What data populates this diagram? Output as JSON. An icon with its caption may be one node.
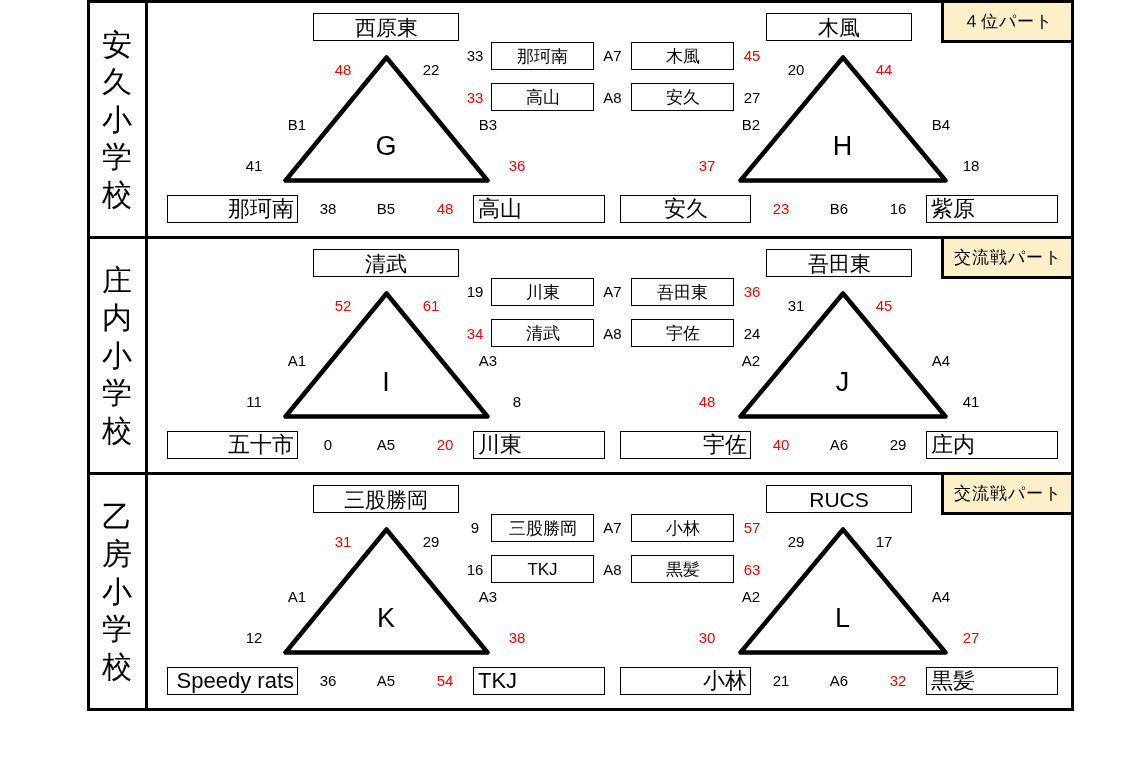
{
  "diagram": {
    "nodes": [
      {
        "text": [
          "安久小学校"
        ]
      },
      {
        "text": [
          "西原東"
        ],
        "in": 0
      },
      {
        "text": [
          "木風"
        ],
        "in": 0
      },
      {
        "text": [
          "４位パート"
        ],
        "in": 0
      },
      {
        "text": [
          "那珂南"
        ],
        "in": 0
      },
      {
        "text": [
          "木風"
        ],
        "in": 0
      },
      {
        "text": [
          "高山"
        ],
        "in": 0
      },
      {
        "text": [
          "安久"
        ],
        "in": 0
      },
      {
        "text": [
          "G"
        ],
        "in": 0
      },
      {
        "text": [
          "H"
        ],
        "in": 0
      },
      {
        "text": [
          "那珂南"
        ],
        "in": 0
      },
      {
        "text": [
          "高山"
        ],
        "in": 0
      },
      {
        "text": [
          "安久"
        ],
        "in": 0
      },
      {
        "text": [
          "紫原"
        ],
        "in": 0
      },
      {
        "text": [
          "庄内小学校"
        ]
      },
      {
        "text": [
          "清武"
        ],
        "in": 14
      },
      {
        "text": [
          "吾田東"
        ],
        "in": 14
      },
      {
        "text": [
          "交流戦パート"
        ],
        "in": 14
      },
      {
        "text": [
          "川東"
        ],
        "in": 14
      },
      {
        "text": [
          "吾田東"
        ],
        "in": 14
      },
      {
        "text": [
          "清武"
        ],
        "in": 14
      },
      {
        "text": [
          "宇佐"
        ],
        "in": 14
      },
      {
        "text": [
          "I"
        ],
        "in": 14
      },
      {
        "text": [
          "J"
        ],
        "in": 14
      },
      {
        "text": [
          "五十市"
        ],
        "in": 14
      },
      {
        "text": [
          "川東"
        ],
        "in": 14
      },
      {
        "text": [
          "宇佐"
        ],
        "in": 14
      },
      {
        "text": [
          "庄内"
        ],
        "in": 14
      },
      {
        "text": [
          "乙房小学校"
        ]
      },
      {
        "text": [
          "三股勝岡"
        ],
        "in": 28
      },
      {
        "text": [
          "RUCS"
        ],
        "in": 28
      },
      {
        "text": [
          "交流戦パート"
        ],
        "in": 28
      },
      {
        "text": [
          "三股勝岡"
        ],
        "in": 28
      },
      {
        "text": [
          "小林"
        ],
        "in": 28
      },
      {
        "text": [
          "TKJ"
        ],
        "in": 28
      },
      {
        "text": [
          "黒髪"
        ],
        "in": 28
      },
      {
        "text": [
          "K"
        ],
        "in": 28
      },
      {
        "text": [
          "L"
        ],
        "in": 28
      },
      {
        "text": [
          "Speedy rats"
        ],
        "in": 28
      },
      {
        "text": [
          "TKJ"
        ],
        "in": 28
      },
      {
        "text": [
          "小林"
        ],
        "in": 28
      },
      {
        "text": [
          "黒髪"
        ],
        "in": 28
      }
    ],
    "labels": [
      "33",
      "A7",
      "45",
      "48",
      "22",
      "20",
      "44",
      "33",
      "A8",
      "27",
      "B1",
      "B3",
      "B2",
      "B4",
      "41",
      "36",
      "37",
      "18",
      "38",
      "B5",
      "48",
      "23",
      "B6",
      "16",
      "19",
      "A7",
      "36",
      "52",
      "61",
      "31",
      "45",
      "34",
      "A8",
      "24",
      "A1",
      "A3",
      "A2",
      "A4",
      "11",
      "8",
      "48",
      "41",
      "0",
      "A5",
      "20",
      "40",
      "A6",
      "29",
      "9",
      "A7",
      "57",
      "31",
      "29",
      "29",
      "17",
      "16",
      "A8",
      "63",
      "A1",
      "A3",
      "A2",
      "A4",
      "12",
      "38",
      "30",
      "27",
      "36",
      "A5",
      "54",
      "21",
      "A6",
      "32"
    ]
  }
}
